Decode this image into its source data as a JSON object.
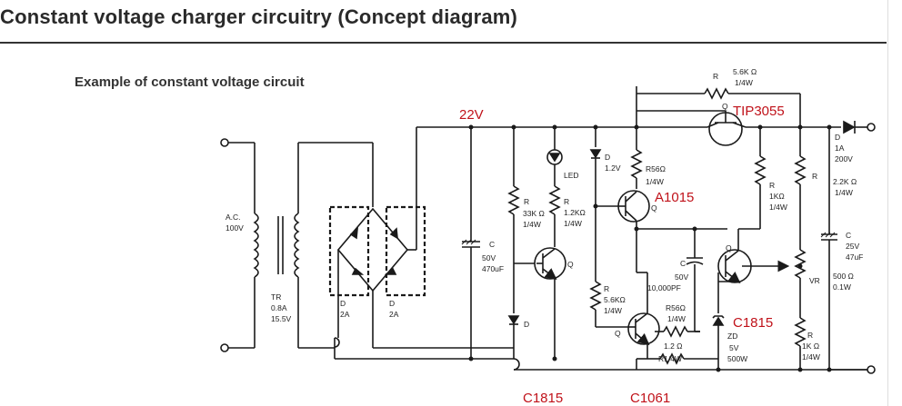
{
  "header": {
    "title": "Constant voltage charger circuitry (Concept diagram)",
    "subtitle": "Example of constant voltage circuit"
  },
  "colors": {
    "annotation": "#c0121a",
    "wire": "#1a1a1a",
    "rule": "#333333"
  },
  "annotations": {
    "v22": "22V",
    "tip3055": "TIP3055",
    "a1015": "A1015",
    "c1815_right": "C1815",
    "c1815_bottom": "C1815",
    "c1061": "C1061"
  },
  "labels": {
    "ac_l1": "A.C.",
    "ac_l2": "100V",
    "tr_l1": "TR",
    "tr_l2": "0.8A",
    "tr_l3": "15.5V",
    "d_br1_l1": "D",
    "d_br1_l2": "2A",
    "d_br2_l1": "D",
    "d_br2_l2": "2A",
    "c_main_l1": "C",
    "c_main_l2": "50V",
    "c_main_l3": "470uF",
    "r33k_l1": "R",
    "r33k_l2": "33K Ω",
    "r33k_l3": "1/4W",
    "led_l": "LED",
    "r12k_l1": "R",
    "r12k_l2": "1.2KΩ",
    "r12k_l3": "1/4W",
    "q_mid": "Q",
    "d_low": "D",
    "d12_l1": "D",
    "d12_l2": "1.2V",
    "r56a_l1": "R56Ω",
    "r56a_l2": "1/4W",
    "q_a1015": "Q",
    "r56k_l1": "R",
    "r56k_l2": "5.6KΩ",
    "r56k_l3": "1/4W",
    "cf_l1": "C",
    "cf_l2": "50V",
    "cf_l3": "10,000PF",
    "r56b_l1": "R56Ω",
    "r56b_l2": "1/4W",
    "q_c1061": "Q",
    "r12_l1": "1.2 Ω",
    "r12_l2": "R1/4W",
    "zd_l1": "ZD",
    "zd_l2": "5V",
    "zd_l3": "500W",
    "q_c1815": "Q",
    "rtop_l1": "R",
    "rtop_l2": "5.6K Ω",
    "rtop_l3": "1/4W",
    "q_tip": "Q",
    "r1k_l1": "R",
    "r1k_l2": "1KΩ",
    "r1k_l3": "1/4W",
    "r22k_l1": "R",
    "r22k_l2": "2.2K Ω",
    "r22k_l3": "1/4W",
    "dout_l1": "D",
    "dout_l2": "1A",
    "dout_l3": "200V",
    "cout_l1": "C",
    "cout_l2": "25V",
    "cout_l3": "47uF",
    "vr_l": "VR",
    "vr_l2": "500 Ω",
    "vr_l3": "0.1W",
    "rb_l1": "R",
    "rb_l2": "1K Ω",
    "rb_l3": "1/4W"
  }
}
